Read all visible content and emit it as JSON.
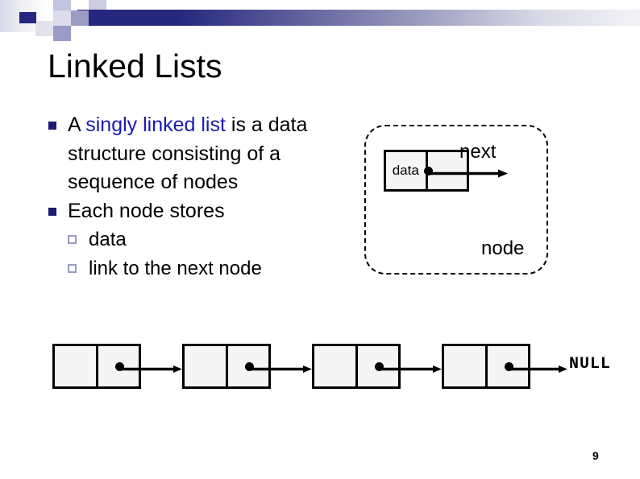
{
  "slide": {
    "title": "Linked Lists",
    "page_number": "9"
  },
  "colors": {
    "accent_navy": "#26277e",
    "bullet_marker": "#1a1a70",
    "sub_bullet_marker": "#9a9cc2",
    "highlight_text": "#1a1ab0",
    "box_fill": "#f5f5f5",
    "stroke": "#000000"
  },
  "bullets": [
    {
      "marker": "filled-square",
      "text_before": "A ",
      "highlight": "singly linked list",
      "text_after": " is a data structure consisting of a sequence of nodes"
    },
    {
      "marker": "filled-square",
      "text": "Each node stores"
    }
  ],
  "sub_bullets": [
    {
      "marker": "hollow-square",
      "text": "data"
    },
    {
      "marker": "hollow-square",
      "text": "link to the next node"
    }
  ],
  "node_diagram": {
    "data_label": "data",
    "next_label": "next",
    "node_label": "node",
    "cells": [
      "data",
      ""
    ]
  },
  "chain": {
    "node_count": 4,
    "terminator_label": "NULL"
  }
}
